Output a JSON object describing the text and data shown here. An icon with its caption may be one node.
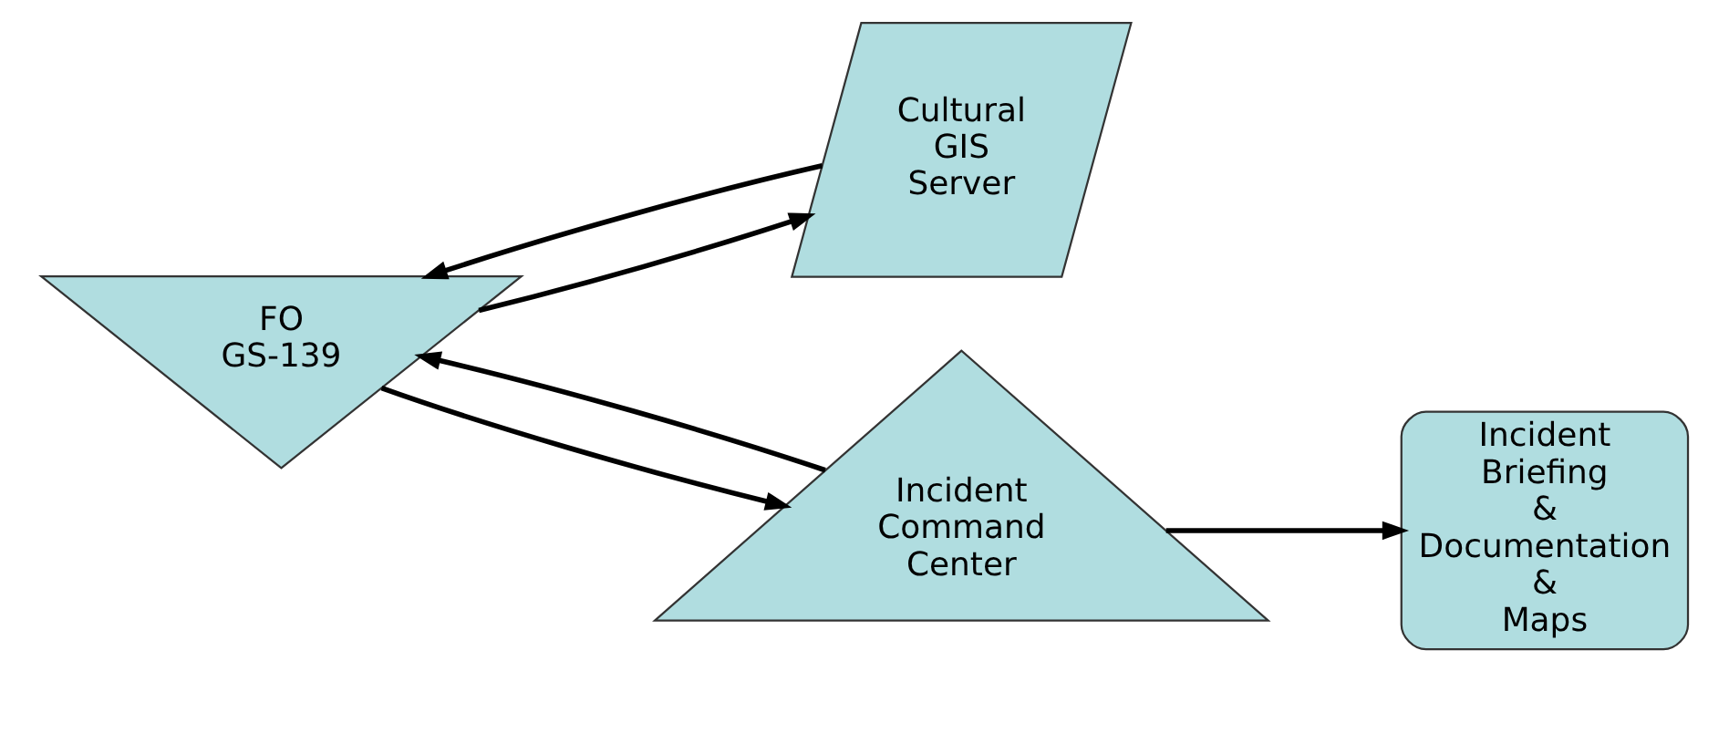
{
  "diagram": {
    "nodes": [
      {
        "text": [
          "FO GS-139"
        ]
      },
      {
        "text": [
          "Cultural GIS Server"
        ]
      },
      {
        "text": [
          "Incident Command Center"
        ]
      },
      {
        "text": [
          "Incident Briefing & Documentation & Maps"
        ]
      }
    ],
    "edges": [
      {
        "from": 1,
        "to": 0,
        "arrow": "to"
      },
      {
        "from": 0,
        "to": 1,
        "arrow": "to"
      },
      {
        "from": 0,
        "to": 2,
        "arrow": "to"
      },
      {
        "from": 2,
        "to": 0,
        "arrow": "to"
      },
      {
        "from": 2,
        "to": 3,
        "arrow": "to"
      }
    ]
  }
}
